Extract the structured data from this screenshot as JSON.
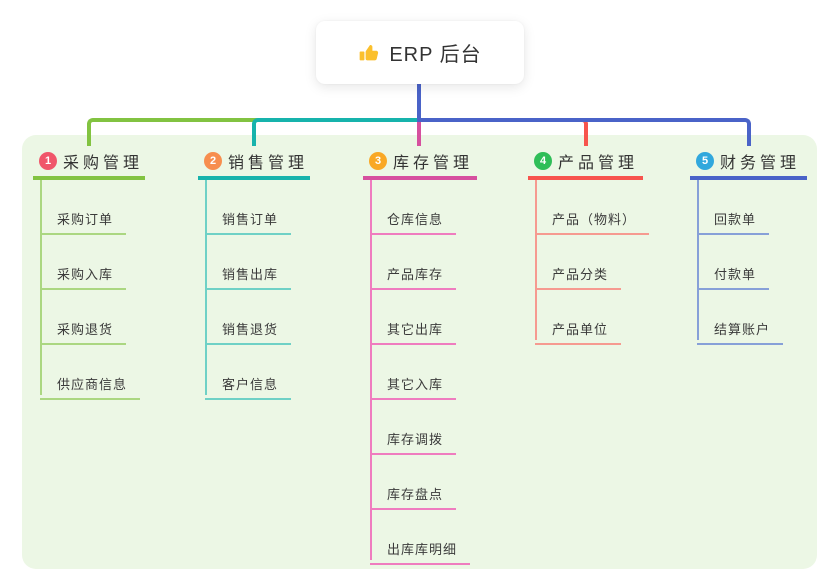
{
  "root": {
    "label": "ERP 后台",
    "icon": "thumbs-up-icon",
    "icon_color": "#fbc02d"
  },
  "canvas": {
    "background": "#ffffff",
    "panel_background": "#ecf7e5",
    "root_connector_color": "#4a63c8"
  },
  "branches": [
    {
      "index": "1",
      "label": "采购管理",
      "badge_color": "#f0566a",
      "line_color": "#82c341",
      "child_line_color": "#abd781",
      "children": [
        "采购订单",
        "采购入库",
        "采购退货",
        "供应商信息"
      ]
    },
    {
      "index": "2",
      "label": "销售管理",
      "badge_color": "#f78e4e",
      "line_color": "#17b3ac",
      "child_line_color": "#6fd1c6",
      "children": [
        "销售订单",
        "销售出库",
        "销售退货",
        "客户信息"
      ]
    },
    {
      "index": "3",
      "label": "库存管理",
      "badge_color": "#f9a825",
      "line_color": "#d6509f",
      "child_line_color": "#ef7cbf",
      "children": [
        "仓库信息",
        "产品库存",
        "其它出库",
        "其它入库",
        "库存调拨",
        "库存盘点",
        "出库库明细"
      ]
    },
    {
      "index": "4",
      "label": "产品管理",
      "badge_color": "#2fbe58",
      "line_color": "#f7544d",
      "child_line_color": "#f69a90",
      "children": [
        "产品（物料）",
        "产品分类",
        "产品单位"
      ]
    },
    {
      "index": "5",
      "label": "财务管理",
      "badge_color": "#31a8dd",
      "line_color": "#4a63c8",
      "child_line_color": "#87a0d8",
      "children": [
        "回款单",
        "付款单",
        "结算账户"
      ]
    }
  ]
}
